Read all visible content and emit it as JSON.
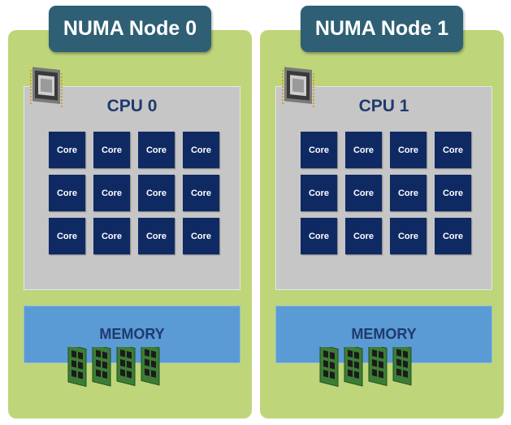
{
  "nodes": [
    {
      "title": "NUMA Node 0",
      "cpu_label": "CPU 0",
      "cores": [
        "Core",
        "Core",
        "Core",
        "Core",
        "Core",
        "Core",
        "Core",
        "Core",
        "Core",
        "Core",
        "Core",
        "Core"
      ],
      "memory_label": "MEMORY"
    },
    {
      "title": "NUMA Node 1",
      "cpu_label": "CPU 1",
      "cores": [
        "Core",
        "Core",
        "Core",
        "Core",
        "Core",
        "Core",
        "Core",
        "Core",
        "Core",
        "Core",
        "Core",
        "Core"
      ],
      "memory_label": "MEMORY"
    }
  ],
  "icons": {
    "cpu": "cpu-chip-icon",
    "memory": "ram-modules-icon"
  },
  "colors": {
    "node_background": "#bed57a",
    "node_title_background": "#2e5f74",
    "cpu_background": "#c6c6c6",
    "core_background": "#0f2a63",
    "memory_background": "#5b9bd5",
    "label_text": "#1f3a6e"
  }
}
